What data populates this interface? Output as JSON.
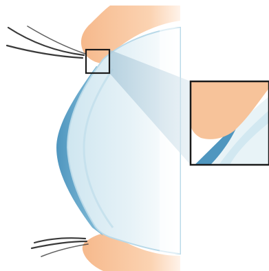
{
  "diagram": {
    "subject": "eye-lens-cross-section",
    "elements": [
      "eyelashes-upper",
      "eyelashes-lower",
      "eyelid-upper",
      "eyelid-lower",
      "cornea",
      "contact-lens",
      "detail-marker",
      "zoom-inset"
    ]
  },
  "colors": {
    "skin": "#f7c39a",
    "skin_light": "#fde4cf",
    "cornea_blue": "#5b9fc4",
    "cornea_light": "#d7ecf4",
    "lens_fill": "#e8f3f7",
    "lens_edge": "#a9d0e2",
    "lash": "#3a3a3a",
    "frame": "#1a1a1a",
    "beam": "#c9dde8"
  }
}
